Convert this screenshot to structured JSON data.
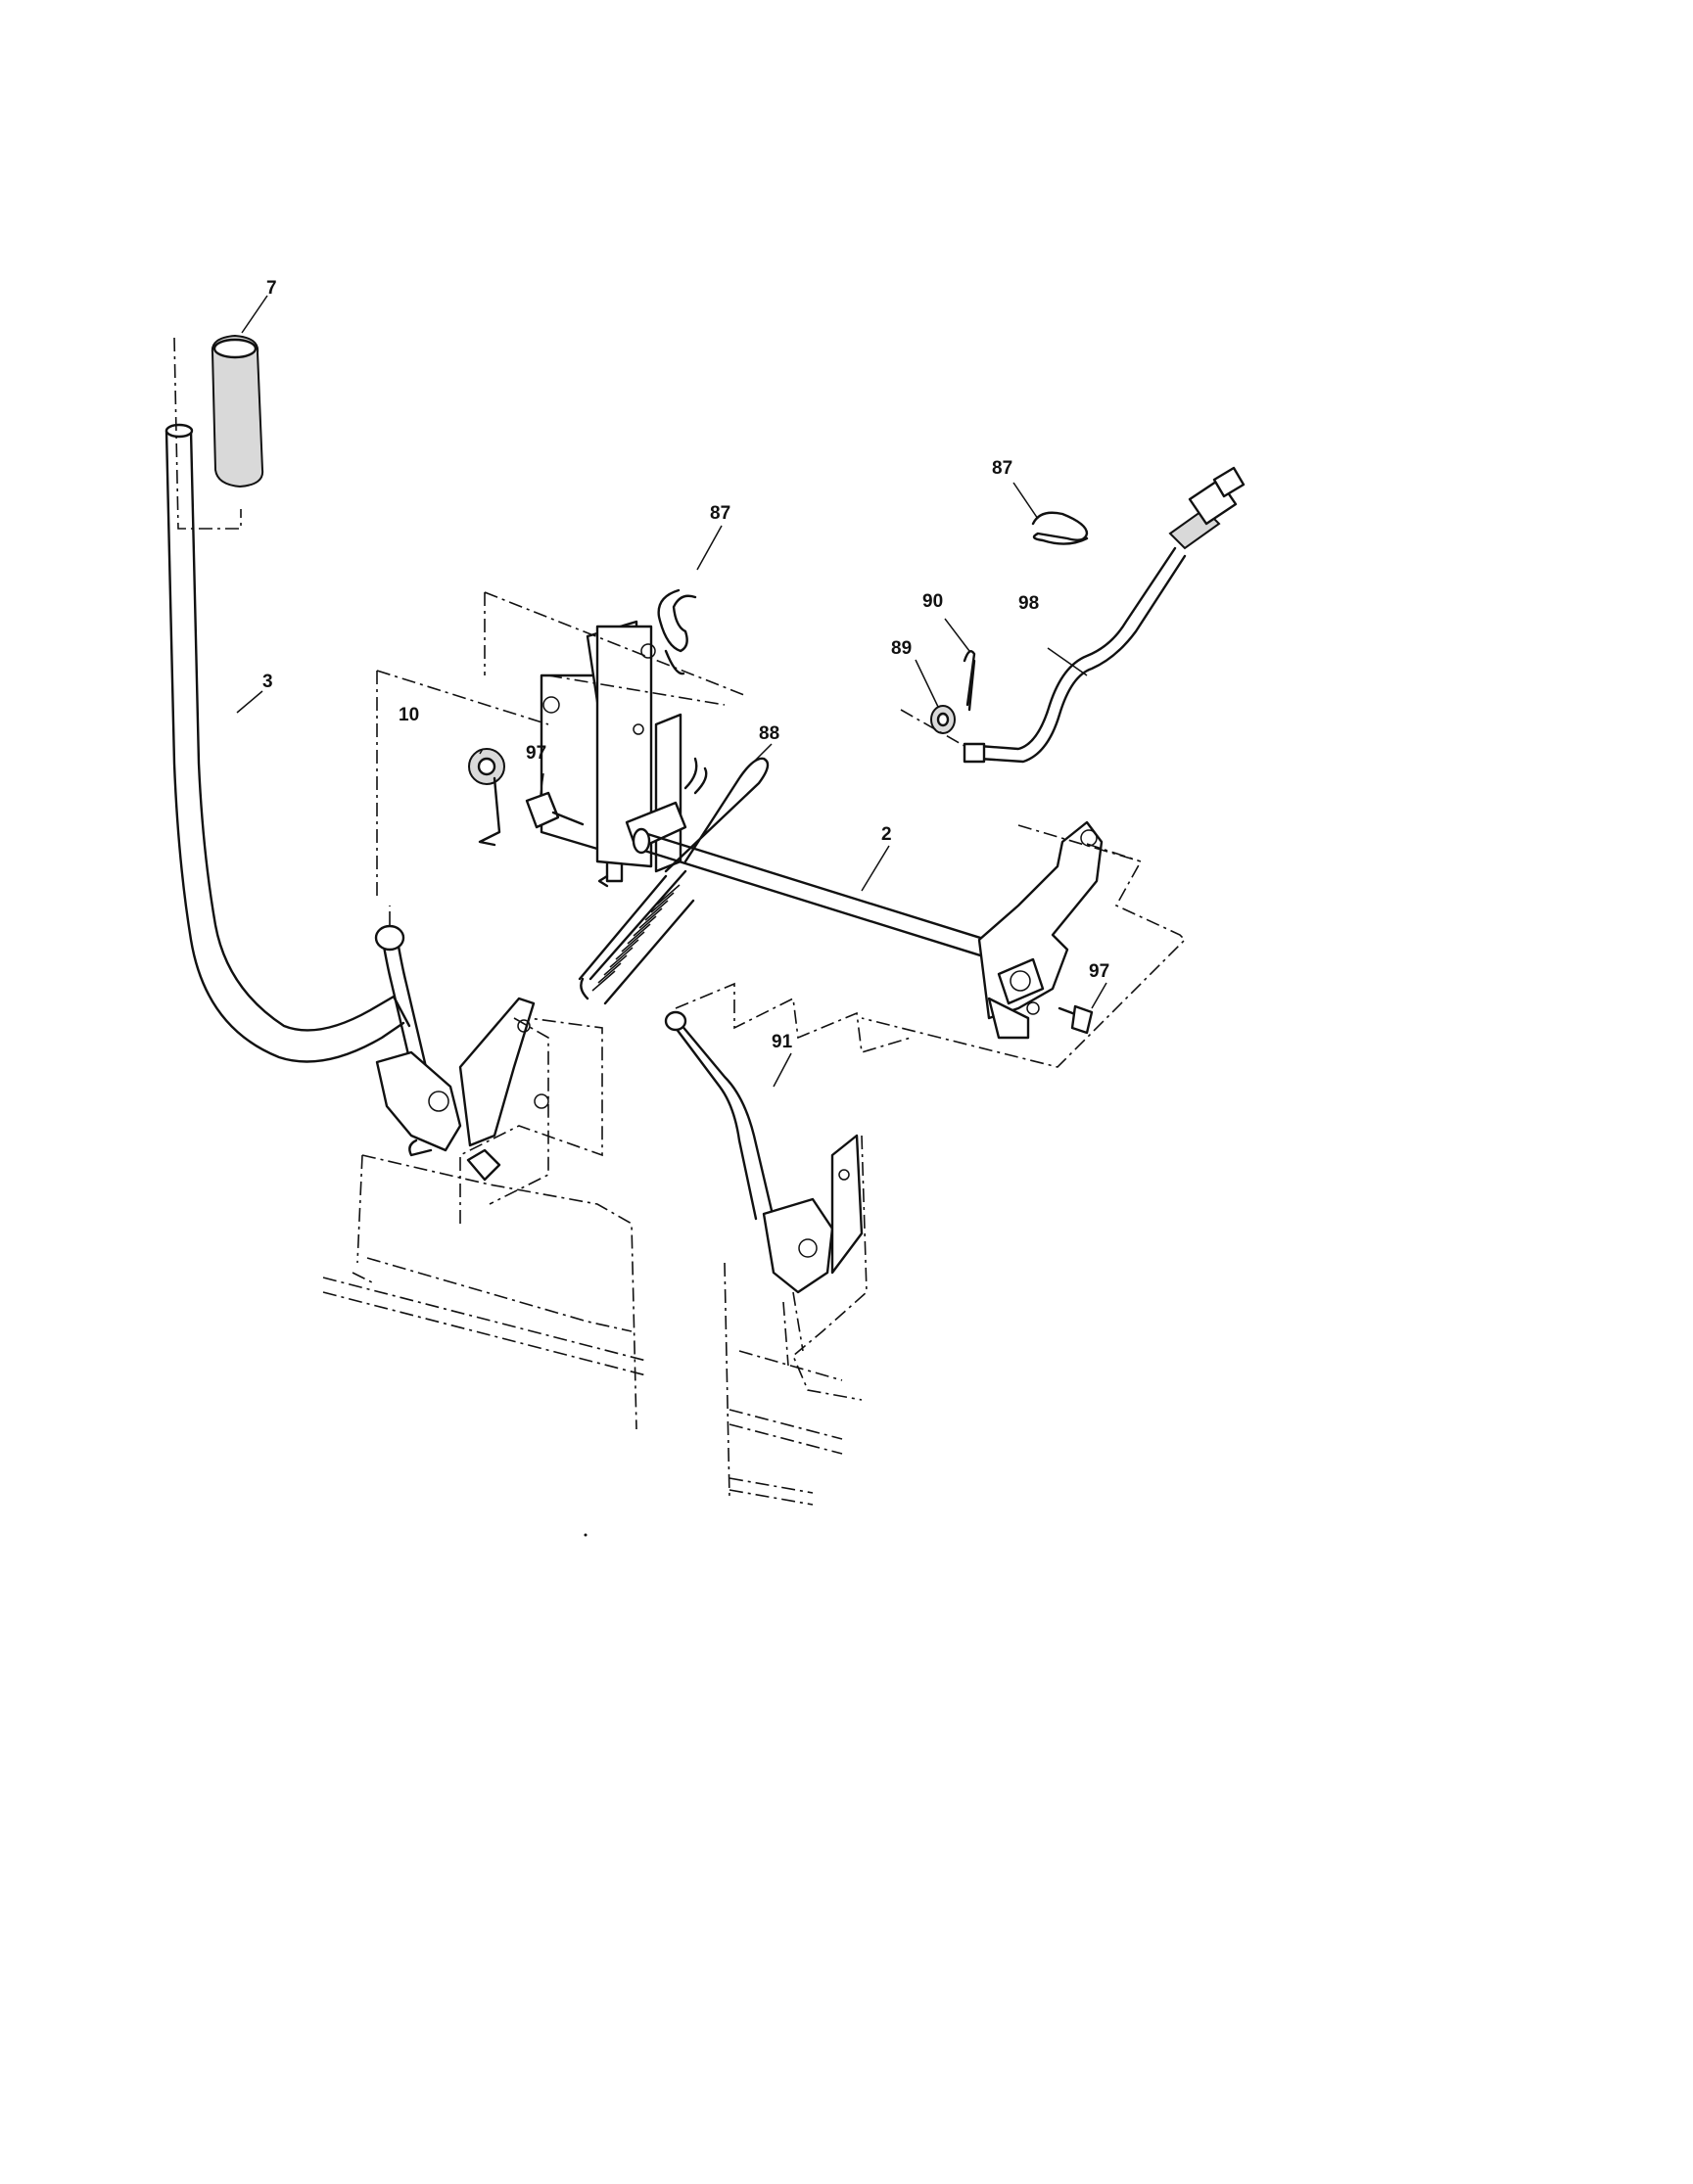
{
  "diagram": {
    "part_callouts": [
      {
        "id": "callout-7",
        "label": "7",
        "part": "handle grip"
      },
      {
        "id": "callout-3",
        "label": "3",
        "part": "lift handle"
      },
      {
        "id": "callout-10",
        "label": "10",
        "part": "spring"
      },
      {
        "id": "callout-97-left",
        "label": "97",
        "part": "bolt"
      },
      {
        "id": "callout-87-center",
        "label": "87",
        "part": "hairpin clip"
      },
      {
        "id": "callout-88",
        "label": "88",
        "part": "spring"
      },
      {
        "id": "callout-2",
        "label": "2",
        "part": "lift shaft"
      },
      {
        "id": "callout-87-right",
        "label": "87",
        "part": "hairpin clip"
      },
      {
        "id": "callout-90",
        "label": "90",
        "part": "cotter pin"
      },
      {
        "id": "callout-89",
        "label": "89",
        "part": "washer"
      },
      {
        "id": "callout-98",
        "label": "98",
        "part": "adjustment rod"
      },
      {
        "id": "callout-97-right",
        "label": "97",
        "part": "bolt"
      },
      {
        "id": "callout-91",
        "label": "91",
        "part": "link"
      }
    ]
  }
}
